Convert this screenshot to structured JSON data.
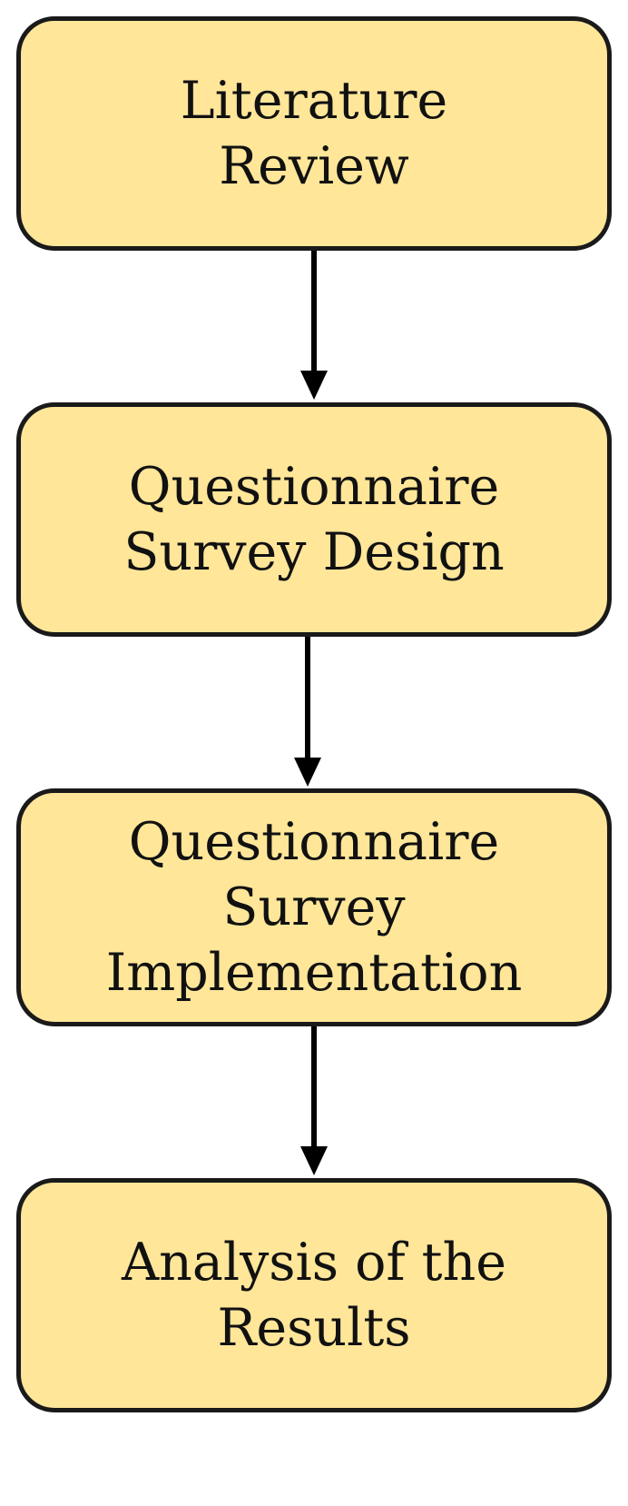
{
  "diagram": {
    "steps": [
      {
        "lines": [
          "Literature",
          "Review"
        ]
      },
      {
        "lines": [
          "Questionnaire",
          "Survey Design"
        ]
      },
      {
        "lines": [
          "Questionnaire",
          "Survey",
          "Implementation"
        ]
      },
      {
        "lines": [
          "Analysis of the",
          "Results"
        ]
      }
    ],
    "colors": {
      "box_fill": "#FFE699",
      "box_border": "#1a1a1a",
      "arrow": "#000000",
      "text": "#111111"
    }
  }
}
